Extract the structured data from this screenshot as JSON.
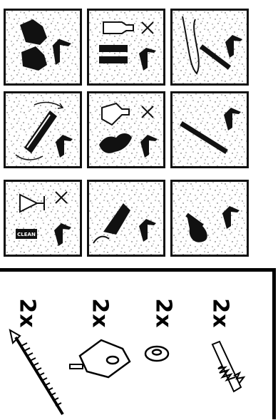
{
  "colors": {
    "ink": "#111111",
    "speckle": "#3a3a3a",
    "tile_bg": "#ffffff"
  },
  "care_tiles": [
    {
      "icon": "gloves-icon",
      "allowed": true
    },
    {
      "icon": "pen-crossed-icon",
      "allowed": false
    },
    {
      "icon": "scribble-draw-icon",
      "allowed": true
    },
    {
      "icon": "rotate-bar-icon",
      "allowed": true
    },
    {
      "icon": "spray-crossed-icon",
      "allowed": false
    },
    {
      "icon": "straight-bar-icon",
      "allowed": true
    },
    {
      "icon": "glass-crossed-icon",
      "allowed": false
    },
    {
      "icon": "wet-surface-icon",
      "allowed": true
    },
    {
      "icon": "round-stone-icon",
      "allowed": true
    }
  ],
  "clean_label": "CLEAN",
  "parts": [
    {
      "quantity": "2x",
      "icon": "screw-icon"
    },
    {
      "quantity": "2x",
      "icon": "bracket-icon"
    },
    {
      "quantity": "2x",
      "icon": "washer-icon"
    },
    {
      "quantity": "2x",
      "icon": "wall-plug-icon"
    }
  ]
}
